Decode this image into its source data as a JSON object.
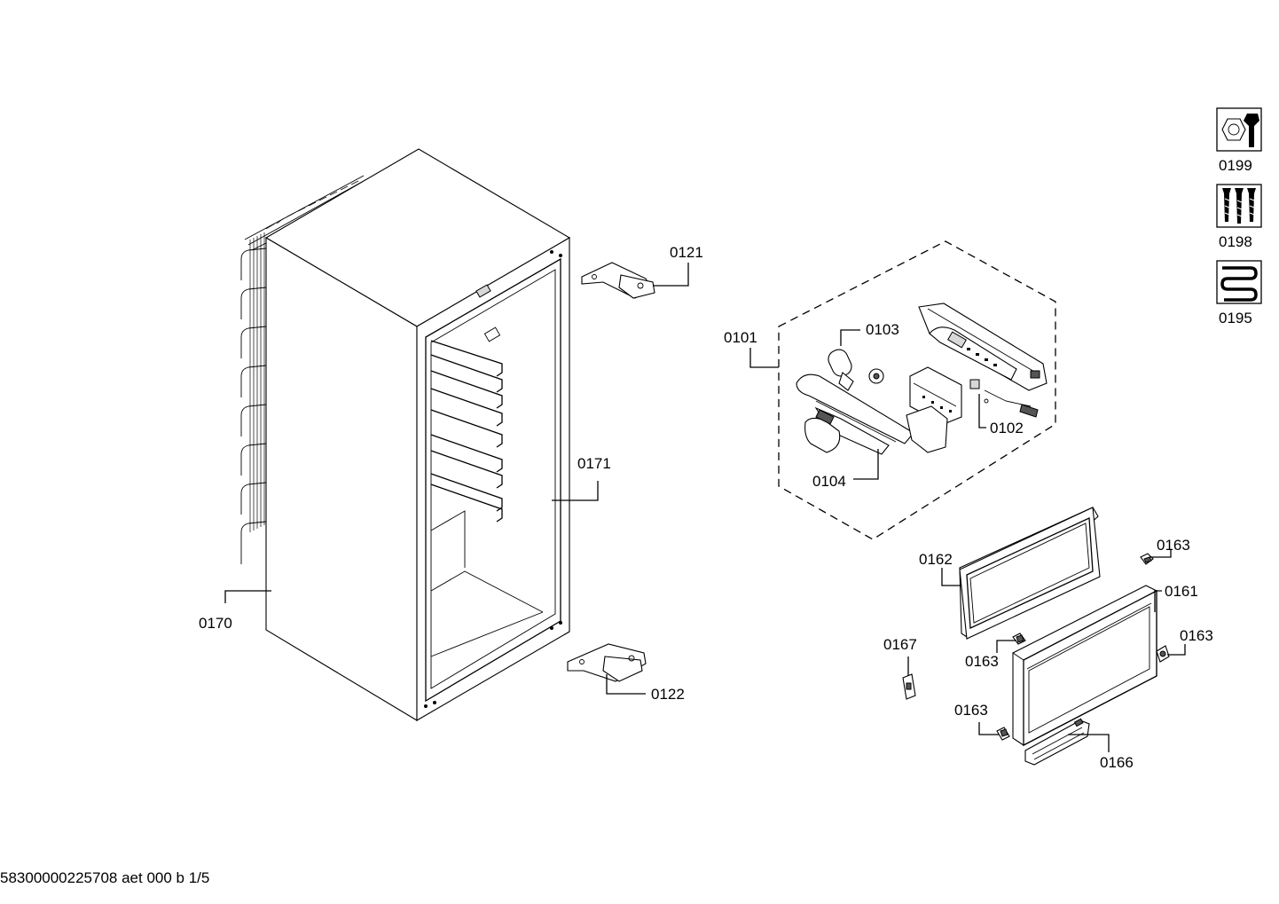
{
  "labels": {
    "p0101": "0101",
    "p0102": "0102",
    "p0103": "0103",
    "p0104": "0104",
    "p0121": "0121",
    "p0122": "0122",
    "p0161": "0161",
    "p0162": "0162",
    "p0163a": "0163",
    "p0163b": "0163",
    "p0163c": "0163",
    "p0163d": "0163",
    "p0166": "0166",
    "p0167": "0167",
    "p0170": "0170",
    "p0171": "0171"
  },
  "legend": [
    {
      "code": "0199",
      "icon": "nut-wrench-icon"
    },
    {
      "code": "0198",
      "icon": "screws-icon"
    },
    {
      "code": "0195",
      "icon": "heating-coil-icon"
    }
  ],
  "footer": "58300000225708 aet 000 b 1/5"
}
